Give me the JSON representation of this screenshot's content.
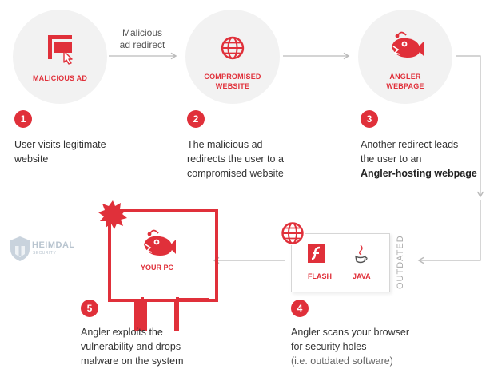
{
  "redirect_label": [
    "Malicious",
    "ad redirect"
  ],
  "nodes": {
    "malicious_ad": "MALICIOUS AD",
    "compromised_website": [
      "COMPROMISED",
      "WEBSITE"
    ],
    "angler_webpage": [
      "ANGLER",
      "WEBPAGE"
    ],
    "your_pc": "YOUR PC",
    "flash": "FLASH",
    "java": "JAVA",
    "outdated": "OUTDATED"
  },
  "steps": [
    {
      "num": "1",
      "lines": [
        "User visits legitimate",
        "website"
      ]
    },
    {
      "num": "2",
      "lines": [
        "The malicious ad",
        "redirects the user to a",
        "compromised website"
      ]
    },
    {
      "num": "3",
      "lines": [
        "Another redirect leads",
        "the user to an"
      ],
      "bold": "Angler-hosting webpage"
    },
    {
      "num": "4",
      "lines": [
        "Angler scans your browser",
        "for security holes"
      ],
      "note": "(i.e. outdated software)"
    },
    {
      "num": "5",
      "lines": [
        "Angler exploits the",
        "vulnerability and drops",
        "malware on the system"
      ]
    }
  ],
  "logo": {
    "name": "HEIMDAL",
    "sub": "SECURITY"
  },
  "colors": {
    "accent": "#e0303a",
    "circle_bg": "#f2f2f2",
    "arrow": "#bbbbbb"
  }
}
